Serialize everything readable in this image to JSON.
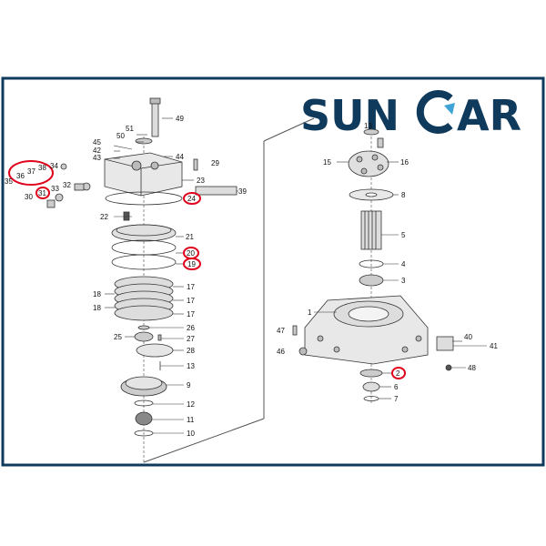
{
  "brand": {
    "name_left": "SUN",
    "name_right": "AR",
    "primary_color": "#0f3a5c",
    "accent_color": "#3fa3d6"
  },
  "border_color": "#0f3a5c",
  "highlight_color": "#e0001b",
  "callouts": {
    "c1": "1",
    "c2": "2",
    "c3": "3",
    "c4": "4",
    "c5": "5",
    "c6": "6",
    "c7": "7",
    "c8": "8",
    "c9": "9",
    "c10": "10",
    "c11": "11",
    "c12": "12",
    "c13": "13",
    "c15": "15",
    "c16": "16",
    "c17a": "17",
    "c17b": "17",
    "c17c": "17",
    "c18a": "18",
    "c18b": "18",
    "c19": "19",
    "c20": "20",
    "c21": "21",
    "c22": "22",
    "c23": "23",
    "c24": "24",
    "c25": "25",
    "c26": "26",
    "c27": "27",
    "c28": "28",
    "c29": "29",
    "c30": "30",
    "c31": "31",
    "c32": "32",
    "c33": "33",
    "c34": "34",
    "c35": "35",
    "c36": "36",
    "c37": "37",
    "c38": "38",
    "c39": "39",
    "c40": "40",
    "c41": "41",
    "c42": "42",
    "c43": "43",
    "c44": "44",
    "c45": "45",
    "c46": "46",
    "c47": "47",
    "c48": "48",
    "c49": "49",
    "c50": "50",
    "c51": "51"
  }
}
